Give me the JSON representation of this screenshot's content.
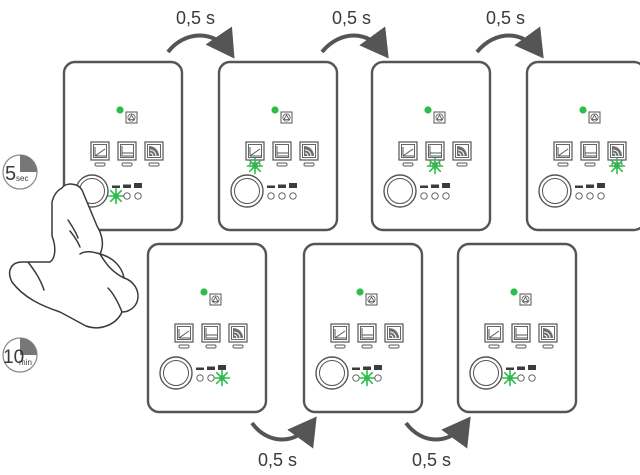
{
  "colors": {
    "outline": "#555555",
    "panel_bg": "#ffffff",
    "arrow": "#555555",
    "led_green": "#2dbd4a",
    "led_dark": "#3c3c3c",
    "text": "#3a3a3a"
  },
  "timing_labels": {
    "top_1": "0,5 s",
    "top_2": "0,5 s",
    "top_3": "0,5 s",
    "bottom_1": "0,5 s",
    "bottom_2": "0,5 s"
  },
  "clocks": {
    "hold": {
      "number": "5",
      "unit": "sec",
      "fill_fraction": 0.25
    },
    "duration": {
      "number": "10",
      "unit": "min",
      "fill_fraction": 0.25
    }
  },
  "devices": [
    {
      "id": "d1",
      "top_led": "green",
      "icon_blink": null,
      "dot_blink": 0
    },
    {
      "id": "d2",
      "top_led": "green",
      "icon_blink": 0,
      "dot_blink": null
    },
    {
      "id": "d3",
      "top_led": "green",
      "icon_blink": 1,
      "dot_blink": null
    },
    {
      "id": "d4",
      "top_led": "green",
      "icon_blink": 2,
      "dot_blink": null
    },
    {
      "id": "d5",
      "top_led": "green",
      "icon_blink": null,
      "dot_blink": 2
    },
    {
      "id": "d6",
      "top_led": "green",
      "icon_blink": null,
      "dot_blink": 1
    },
    {
      "id": "d7",
      "top_led": "green",
      "icon_blink": null,
      "dot_blink": 0
    }
  ],
  "icons": [
    "slope-mode-icon",
    "level-mode-icon",
    "sensor-mode-icon"
  ],
  "gesture": "press-and-hold-hand-icon"
}
